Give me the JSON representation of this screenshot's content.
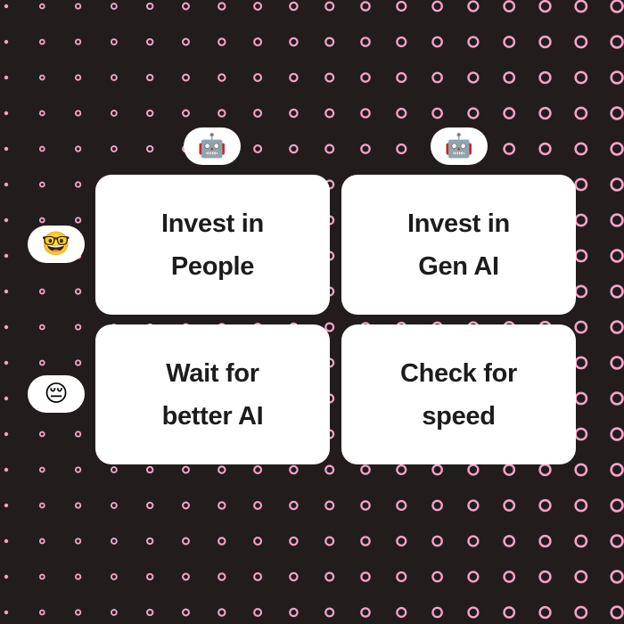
{
  "colors": {
    "background": "#221c1d",
    "dot": "#f2a3c9",
    "card": "#ffffff",
    "text": "#1c1c1c"
  },
  "column_headers": [
    {
      "icon": "robot-lightning-icon",
      "emoji": "🤖"
    },
    {
      "icon": "robot-icon",
      "emoji": "🤖"
    }
  ],
  "row_headers": [
    {
      "icon": "nerd-face-icon",
      "emoji": "🤓"
    },
    {
      "icon": "pensive-face-icon",
      "emoji": "😔"
    }
  ],
  "quadrants": {
    "top_left": {
      "line1": "Invest in",
      "line2": "People"
    },
    "top_right": {
      "line1": "Invest in",
      "line2": "Gen AI"
    },
    "bottom_left": {
      "line1": "Wait for",
      "line2": "better AI"
    },
    "bottom_right": {
      "line1": "Check for",
      "line2": "speed"
    }
  }
}
